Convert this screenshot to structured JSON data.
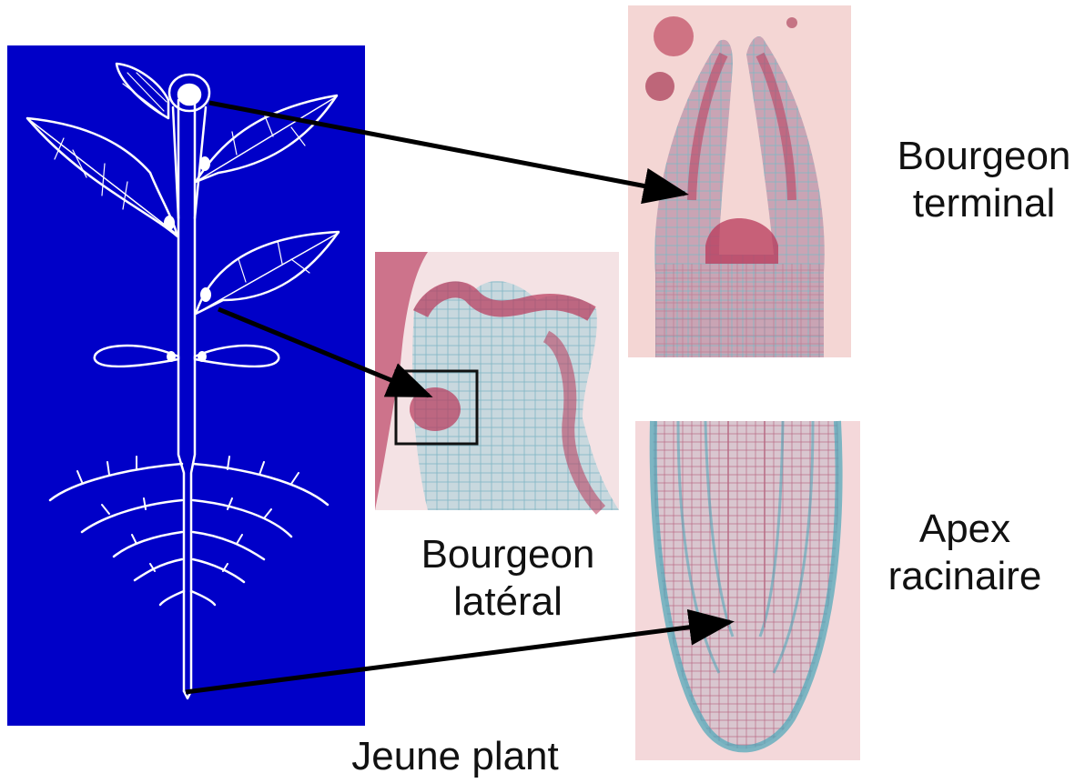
{
  "labels": {
    "terminal_bud": [
      "Bourgeon",
      "terminal"
    ],
    "lateral_bud": [
      "Bourgeon",
      "latéral"
    ],
    "root_apex": [
      "Apex",
      "racinaire"
    ],
    "young_plant": "Jeune plant"
  },
  "colors": {
    "panel_blue": "#0000c8",
    "drawing_white": "#ffffff",
    "micrograph_bg": "#f4d6d4",
    "tissue_red": "#b8385a",
    "tissue_blue": "#7fb6c4",
    "arrow": "#000000"
  },
  "icons": [
    "plant-drawing",
    "terminal-bud-micrograph",
    "lateral-bud-micrograph",
    "root-apex-micrograph",
    "arrow"
  ]
}
